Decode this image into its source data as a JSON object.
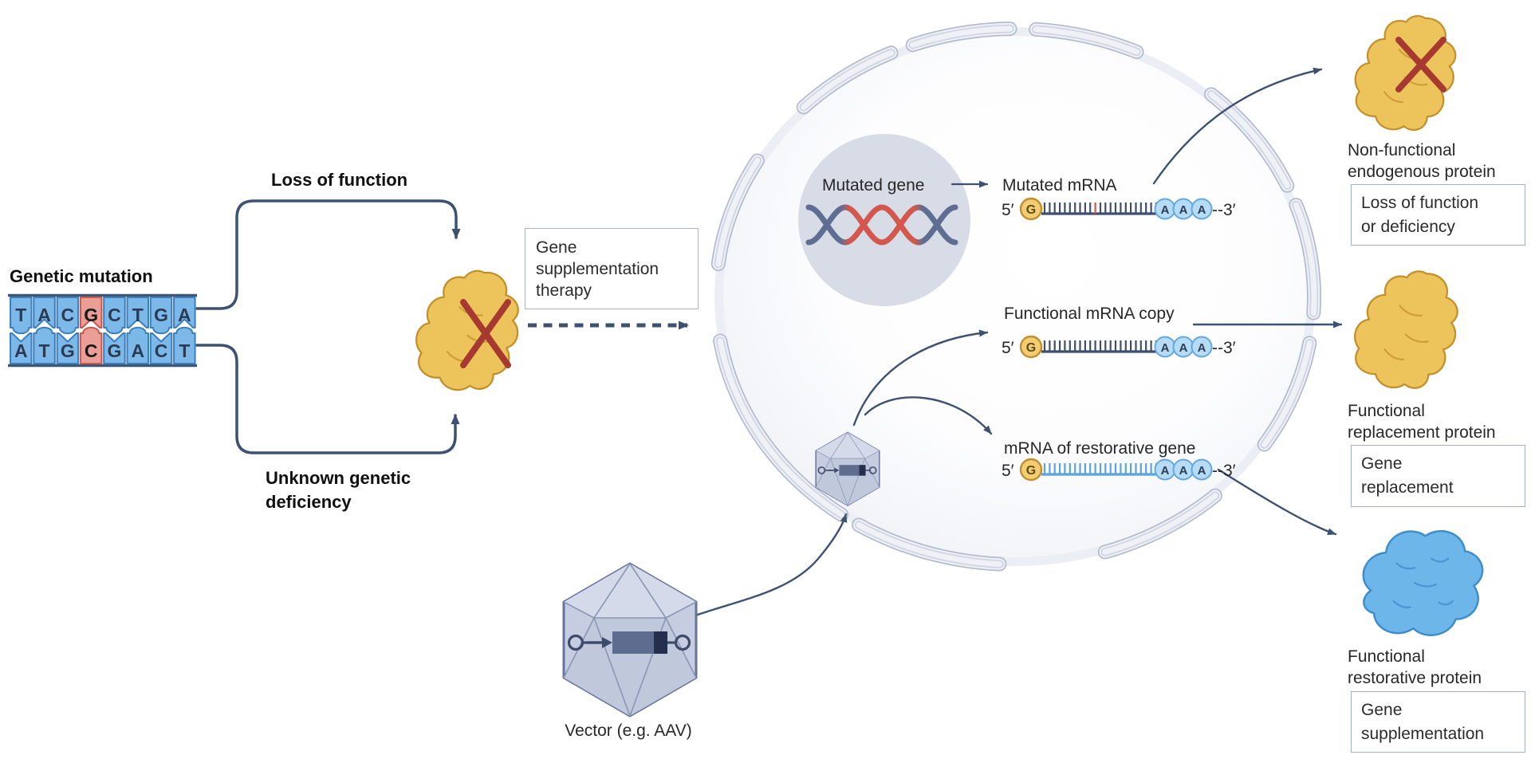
{
  "left_panel": {
    "genetic_mutation": "Genetic mutation",
    "dna_top_strand": [
      "T",
      "A",
      "C",
      "G",
      "C",
      "T",
      "G",
      "A"
    ],
    "dna_bottom_strand": [
      "A",
      "T",
      "G",
      "C",
      "G",
      "A",
      "C",
      "T"
    ],
    "mutated_column_index": 3,
    "loss_of_function": "Loss of function",
    "unknown_genetic_line1": "Unknown genetic",
    "unknown_genetic_line2": "deficiency",
    "therapy_box_line1": "Gene",
    "therapy_box_line2": "supplementation",
    "therapy_box_line3": "therapy"
  },
  "cell": {
    "nucleus_label": "Mutated gene",
    "vector_label": "Vector (e.g. AAV)",
    "mrna_rows": [
      {
        "label": "Mutated mRNA",
        "five_prime": "5′",
        "cap": "G",
        "tail_letters": [
          "A",
          "A",
          "A"
        ],
        "three_prime": "--3′",
        "variant": "dark",
        "has_mutation": true
      },
      {
        "label": "Functional mRNA copy",
        "five_prime": "5′",
        "cap": "G",
        "tail_letters": [
          "A",
          "A",
          "A"
        ],
        "three_prime": "--3′",
        "variant": "dark",
        "has_mutation": false
      },
      {
        "label": "mRNA of restorative gene",
        "five_prime": "5′",
        "cap": "G",
        "tail_letters": [
          "A",
          "A",
          "A"
        ],
        "three_prime": "--3′",
        "variant": "light",
        "has_mutation": false
      }
    ]
  },
  "outcomes": [
    {
      "name_line1": "Non-functional",
      "name_line2": "endogenous protein",
      "tag_line1": "Loss of function",
      "tag_line2": "or deficiency",
      "protein": "yellow-crossed"
    },
    {
      "name_line1": "Functional",
      "name_line2": "replacement protein",
      "tag_line1": "Gene",
      "tag_line2": "replacement",
      "protein": "yellow"
    },
    {
      "name_line1": "Functional",
      "name_line2": "restorative protein",
      "tag_line1": "Gene",
      "tag_line2": "supplementation",
      "protein": "blue"
    }
  ],
  "colors": {
    "arrow_navy": "#3d5271",
    "mrna_dark": "#3d4e6e",
    "mrna_light": "#5ba3dd",
    "mutation_red": "#d4574e",
    "protein_yellow": "#edc45c",
    "protein_yellow_edge": "#c38f2b",
    "protein_blue": "#6db6e9",
    "protein_blue_edge": "#3f8ccc",
    "cross_red": "#a63a31",
    "dna_tile_blue": "#7db9e8",
    "dna_tile_blue_edge": "#3b7fc1",
    "dna_tile_red": "#eb9e96",
    "dna_tile_red_edge": "#c8594e",
    "dna_rail": "#3e5574",
    "membrane_edge": "#b3bace",
    "membrane_fill": "#eff1f7",
    "nucleus_fill": "#d8dce6",
    "helix_blue": "#5e6e92",
    "cap_fill": "#f2cd72",
    "cap_edge": "#c28e2c",
    "cap_letter": "#5d4b1e",
    "tail_fill": "#b5dbf6",
    "tail_edge": "#64a8de",
    "tail_letter": "#2c3e52",
    "dna_letter": "#2b3b54",
    "box_border": "#a3aec7"
  }
}
